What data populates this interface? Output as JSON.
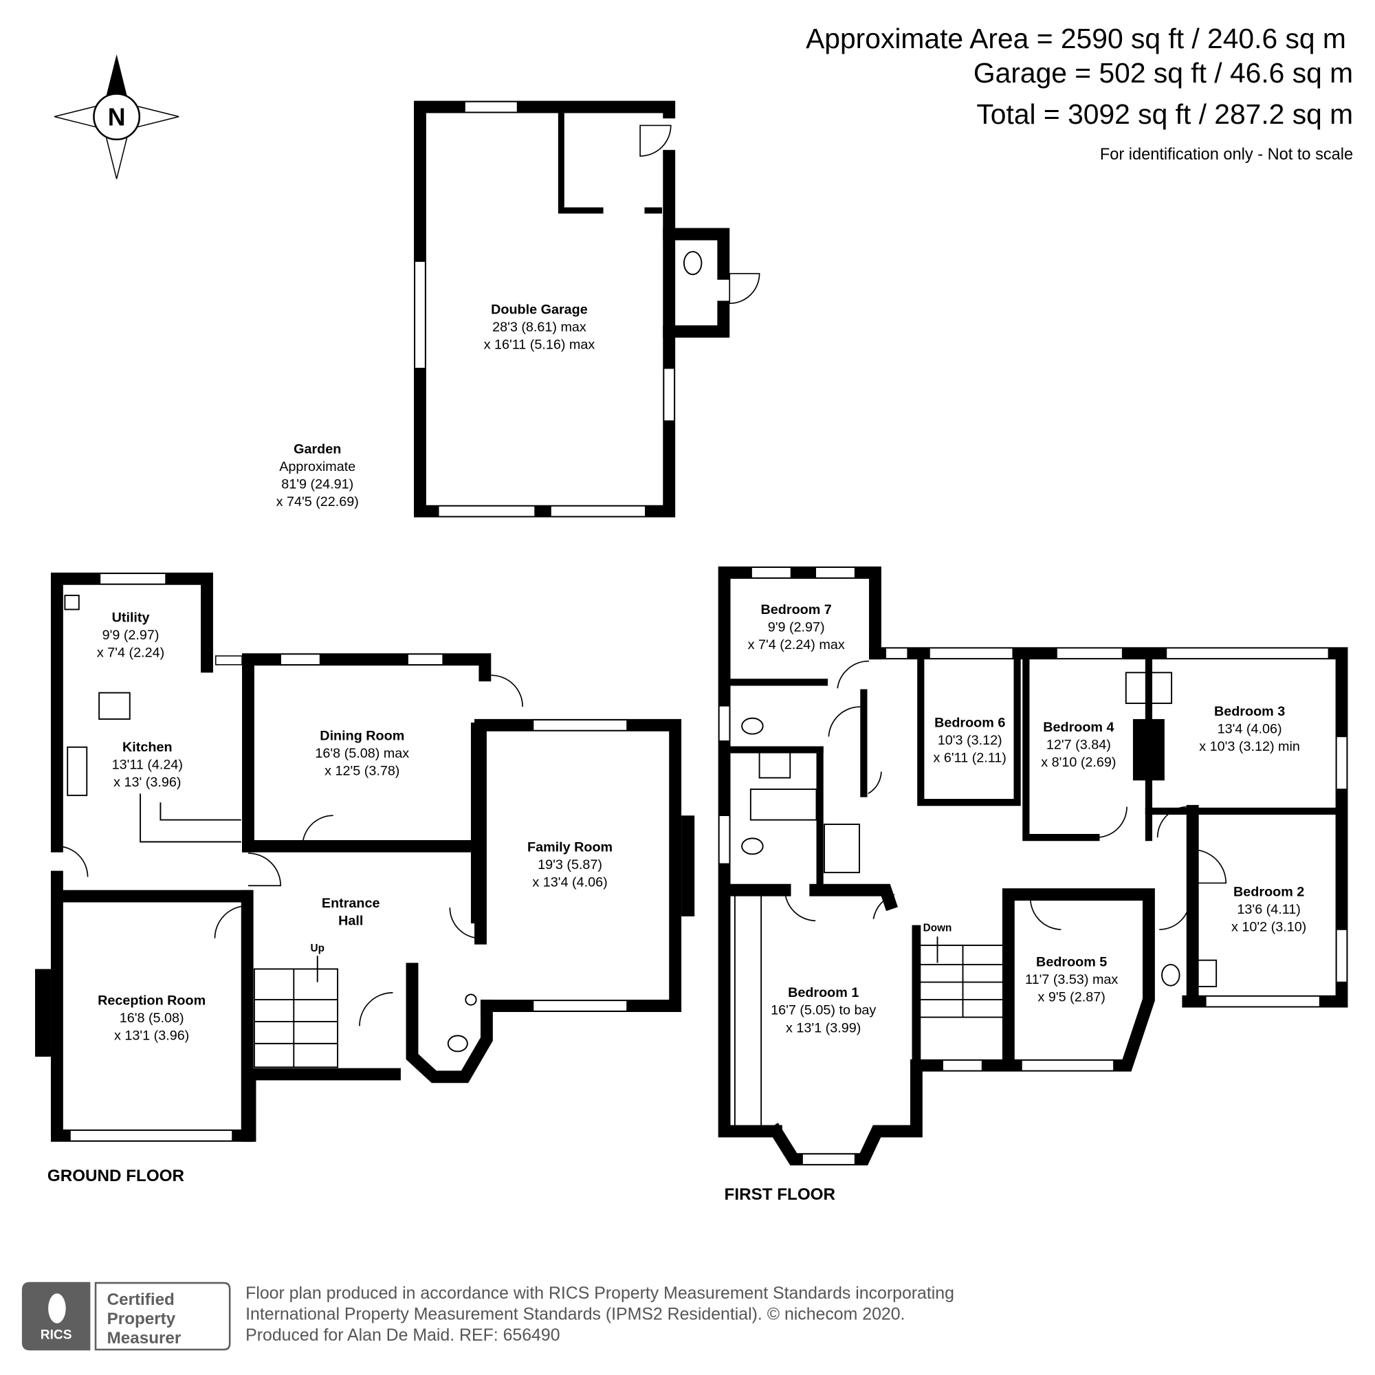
{
  "header": {
    "approx_area": "Approximate Area = 2590 sq ft / 240.6 sq m",
    "garage_area": "Garage = 502 sq ft / 46.6 sq m",
    "total_area": "Total = 3092 sq ft / 287.2 sq m",
    "disclaimer": "For identification only - Not to scale"
  },
  "compass": {
    "label": "N",
    "icon": "north-compass-icon"
  },
  "garage": {
    "name": "Double Garage",
    "dim1": "28'3 (8.61) max",
    "dim2": "x 16'11 (5.16) max"
  },
  "garden": {
    "name": "Garden",
    "line1": "Approximate",
    "dim1": "81'9 (24.91)",
    "dim2": "x 74'5 (22.69)"
  },
  "ground_floor": {
    "label": "GROUND FLOOR",
    "stairs_label": "Up",
    "rooms": [
      {
        "name": "Utility",
        "dim1": "9'9 (2.97)",
        "dim2": "x 7'4 (2.24)"
      },
      {
        "name": "Kitchen",
        "dim1": "13'11 (4.24)",
        "dim2": "x 13' (3.96)"
      },
      {
        "name": "Dining Room",
        "dim1": "16'8 (5.08) max",
        "dim2": "x 12'5 (3.78)"
      },
      {
        "name": "Family Room",
        "dim1": "19'3 (5.87)",
        "dim2": "x 13'4 (4.06)"
      },
      {
        "name": "Entrance",
        "name2": "Hall"
      },
      {
        "name": "Reception Room",
        "dim1": "16'8 (5.08)",
        "dim2": "x 13'1 (3.96)"
      }
    ]
  },
  "first_floor": {
    "label": "FIRST FLOOR",
    "stairs_label": "Down",
    "rooms": [
      {
        "name": "Bedroom 7",
        "dim1": "9'9 (2.97)",
        "dim2": "x 7'4 (2.24) max"
      },
      {
        "name": "Bedroom 6",
        "dim1": "10'3 (3.12)",
        "dim2": "x 6'11 (2.11)"
      },
      {
        "name": "Bedroom 4",
        "dim1": "12'7 (3.84)",
        "dim2": "x 8'10 (2.69)"
      },
      {
        "name": "Bedroom 3",
        "dim1": "13'4 (4.06)",
        "dim2": "x 10'3 (3.12) min"
      },
      {
        "name": "Bedroom 2",
        "dim1": "13'6 (4.11)",
        "dim2": "x 10'2 (3.10)"
      },
      {
        "name": "Bedroom 5",
        "dim1": "11'7 (3.53) max",
        "dim2": "x 9'5 (2.87)"
      },
      {
        "name": "Bedroom 1",
        "dim1": "16'7 (5.05) to bay",
        "dim2": "x 13'1 (3.99)"
      }
    ]
  },
  "footer": {
    "badge_org": "RICS",
    "badge_line1": "Certified",
    "badge_line2": "Property",
    "badge_line3": "Measurer",
    "line1": "Floor plan produced in accordance with RICS Property Measurement Standards incorporating",
    "line2": "International Property Measurement Standards (IPMS2 Residential).   © nichecom 2020.",
    "line3": "Produced for Alan De Maid.   REF: 656490",
    "text_color": "#555555",
    "badge_color": "#5f5f5f"
  }
}
